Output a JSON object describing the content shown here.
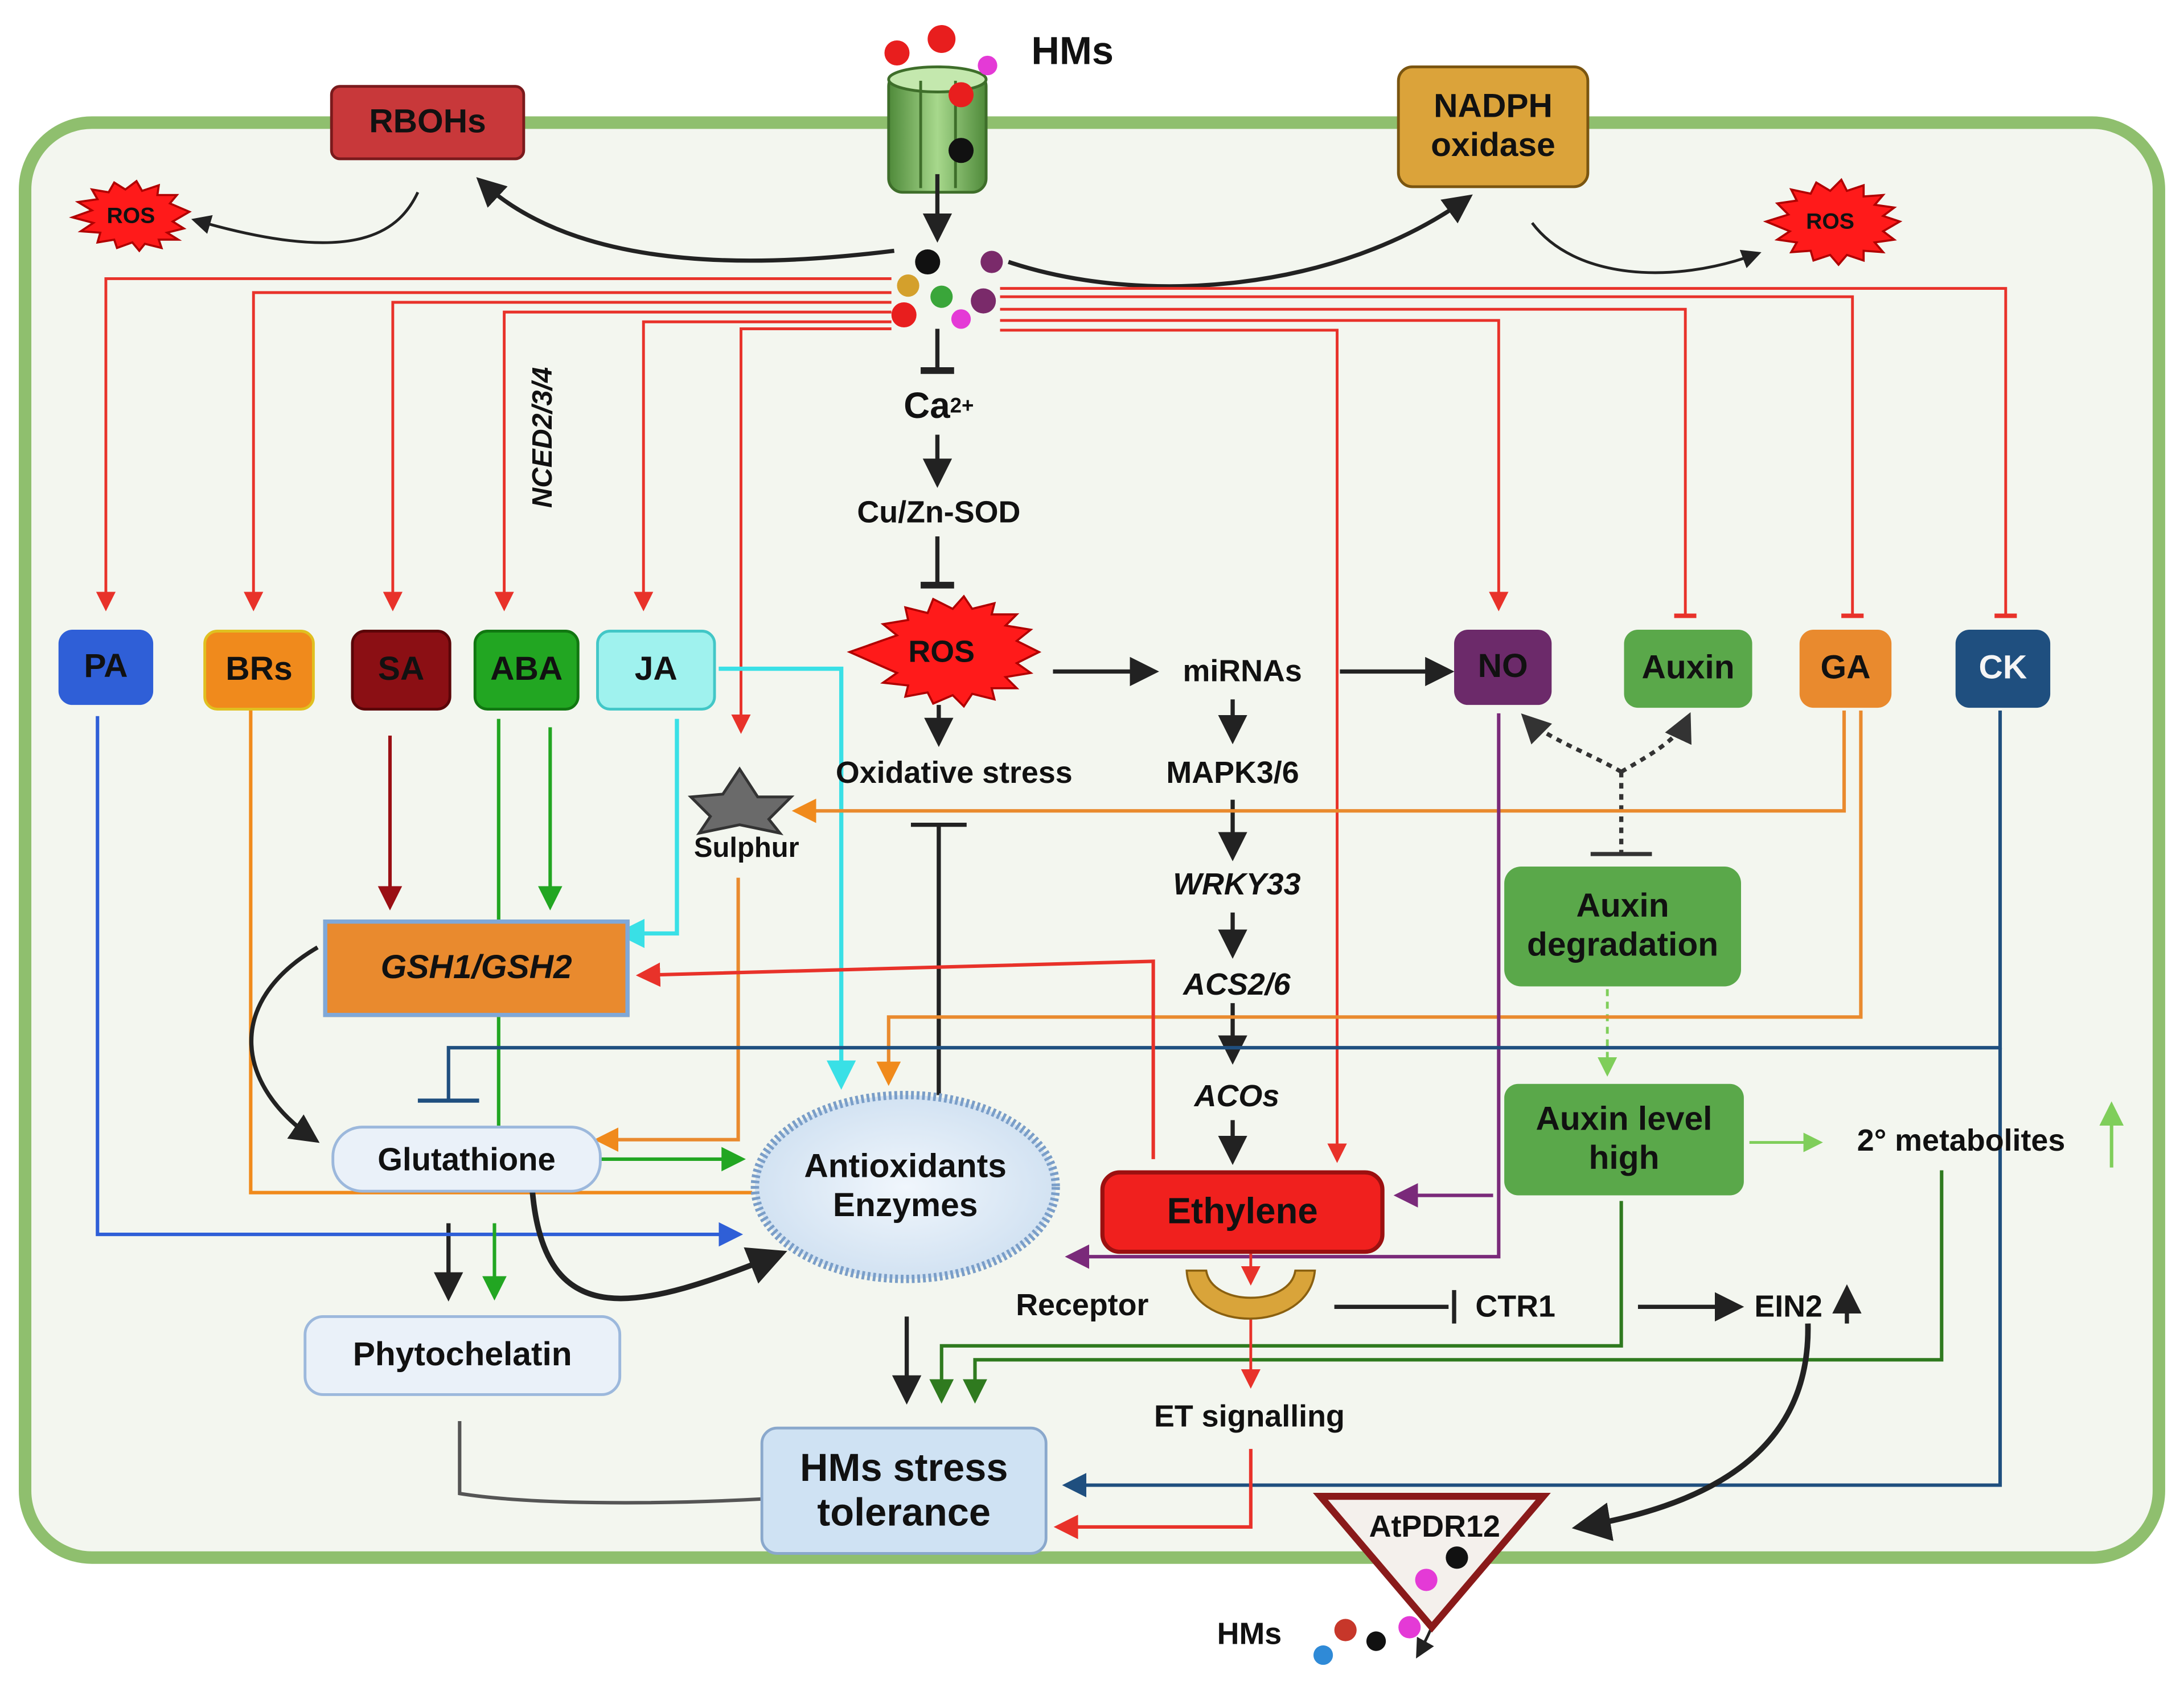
{
  "hms_top": "HMs",
  "hms_bottom": "HMs",
  "rbohs": "RBOHs",
  "nadph": "NADPH oxidase",
  "ros_left": "ROS",
  "ros_right": "ROS",
  "ros_center": "ROS",
  "ca": "Ca",
  "ca_sup": "2+",
  "cuzn_sod": "Cu/Zn-SOD",
  "nced": "NCED2/3/4",
  "hormones": {
    "pa": "PA",
    "brs": "BRs",
    "sa": "SA",
    "aba": "ABA",
    "ja": "JA",
    "no": "NO",
    "auxin": "Auxin",
    "ga": "GA",
    "ck": "CK"
  },
  "mirnas": "miRNAs",
  "oxidative_stress": "Oxidative stress",
  "mapk": "MAPK3/6",
  "wrky": "WRKY33",
  "acs": "ACS2/6",
  "acos": "ACOs",
  "sulphur": "Sulphur",
  "gsh": "GSH1/GSH2",
  "glutathione": "Glutathione",
  "antioxidants": "Antioxidants Enzymes",
  "phytochelatin": "Phytochelatin",
  "ethylene": "Ethylene",
  "receptor": "Receptor",
  "ctr1": "CTR1",
  "ein2": "EIN2",
  "et_signalling": "ET signalling",
  "hms_tolerance": "HMs stress tolerance",
  "atpdr12": "AtPDR12",
  "auxin_degradation": "Auxin degradation",
  "auxin_level_high": "Auxin level high",
  "metabolites": "2° metabolites",
  "colors": {
    "cell_border": "#8fbf6e",
    "cell_fill": "#f3f6ef",
    "red_line": "#e8322a",
    "pa": "#2f5fd7",
    "brs": "#f08a1c",
    "sa": "#8b0f14",
    "aba": "#22a622",
    "ja": "#9ff2ee",
    "no": "#6c2a6a",
    "auxin": "#5aa84a",
    "ga": "#e98a2e",
    "ck": "#1f4f7f",
    "ros": "#ff1a1a",
    "gsh": "#e98a2e",
    "ethylene": "#f0201e",
    "light_blue": "#dceaf6"
  }
}
